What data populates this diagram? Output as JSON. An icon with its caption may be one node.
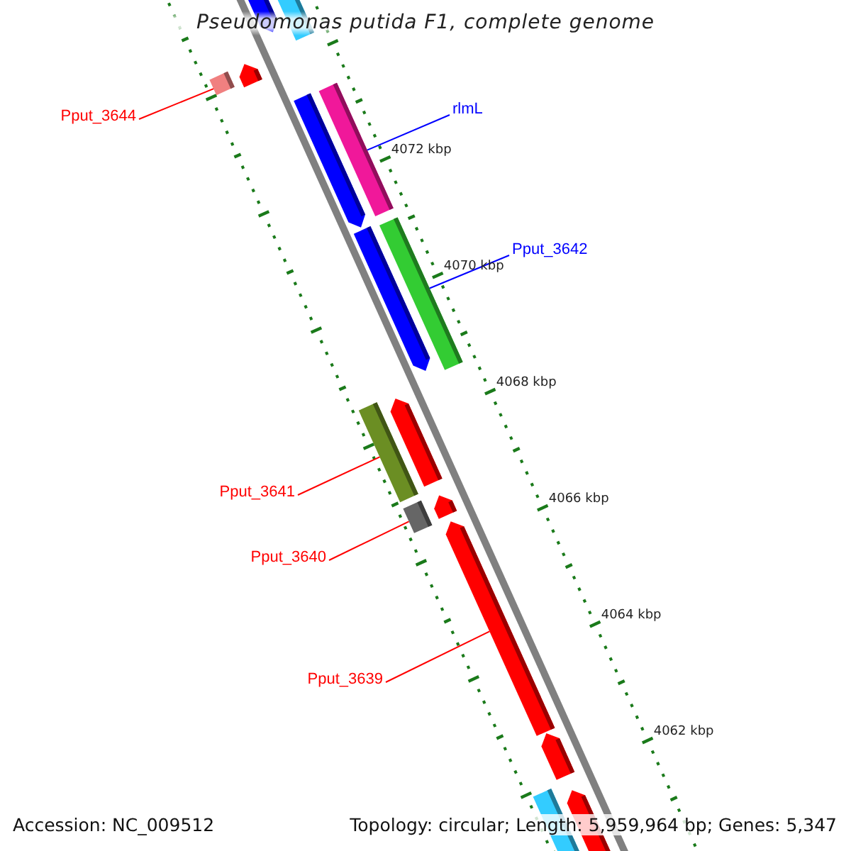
{
  "diagram": {
    "title": "Pseudomonas putida F1, complete genome",
    "nodes": [
      {
        "text": [
          "Pput_3644"
        ]
      },
      {
        "text": [],
        "shape": "box"
      },
      {
        "text": [
          "rlmL"
        ]
      },
      {
        "text": [],
        "shape": "bar"
      },
      {
        "text": [
          "Pput_3642"
        ]
      },
      {
        "text": [],
        "shape": "bar"
      },
      {
        "text": [
          "Pput_3641"
        ]
      },
      {
        "text": [],
        "shape": "bar"
      },
      {
        "text": [
          "Pput_3640"
        ]
      },
      {
        "text": [],
        "shape": "box"
      },
      {
        "text": [
          "Pput_3639"
        ]
      },
      {
        "text": [],
        "shape": "arrow"
      }
    ],
    "edges": [
      {
        "from": 0,
        "to": 1,
        "arrow": "none"
      },
      {
        "from": 2,
        "to": 3,
        "arrow": "none",
        "color": "#0000ff"
      },
      {
        "from": 4,
        "to": 5,
        "arrow": "none",
        "color": "#0000ff"
      },
      {
        "from": 6,
        "to": 7,
        "arrow": "none"
      },
      {
        "from": 8,
        "to": 9,
        "arrow": "none"
      },
      {
        "from": 10,
        "to": 11,
        "arrow": "none"
      }
    ],
    "labels": [
      "4072 kbp",
      "4070 kbp",
      "4068 kbp",
      "4066 kbp",
      "4064 kbp",
      "4062 kbp",
      "Accession: NC_009512",
      "Topology: circular; Length: 5,959,964 bp; Genes: 5,347"
    ]
  }
}
